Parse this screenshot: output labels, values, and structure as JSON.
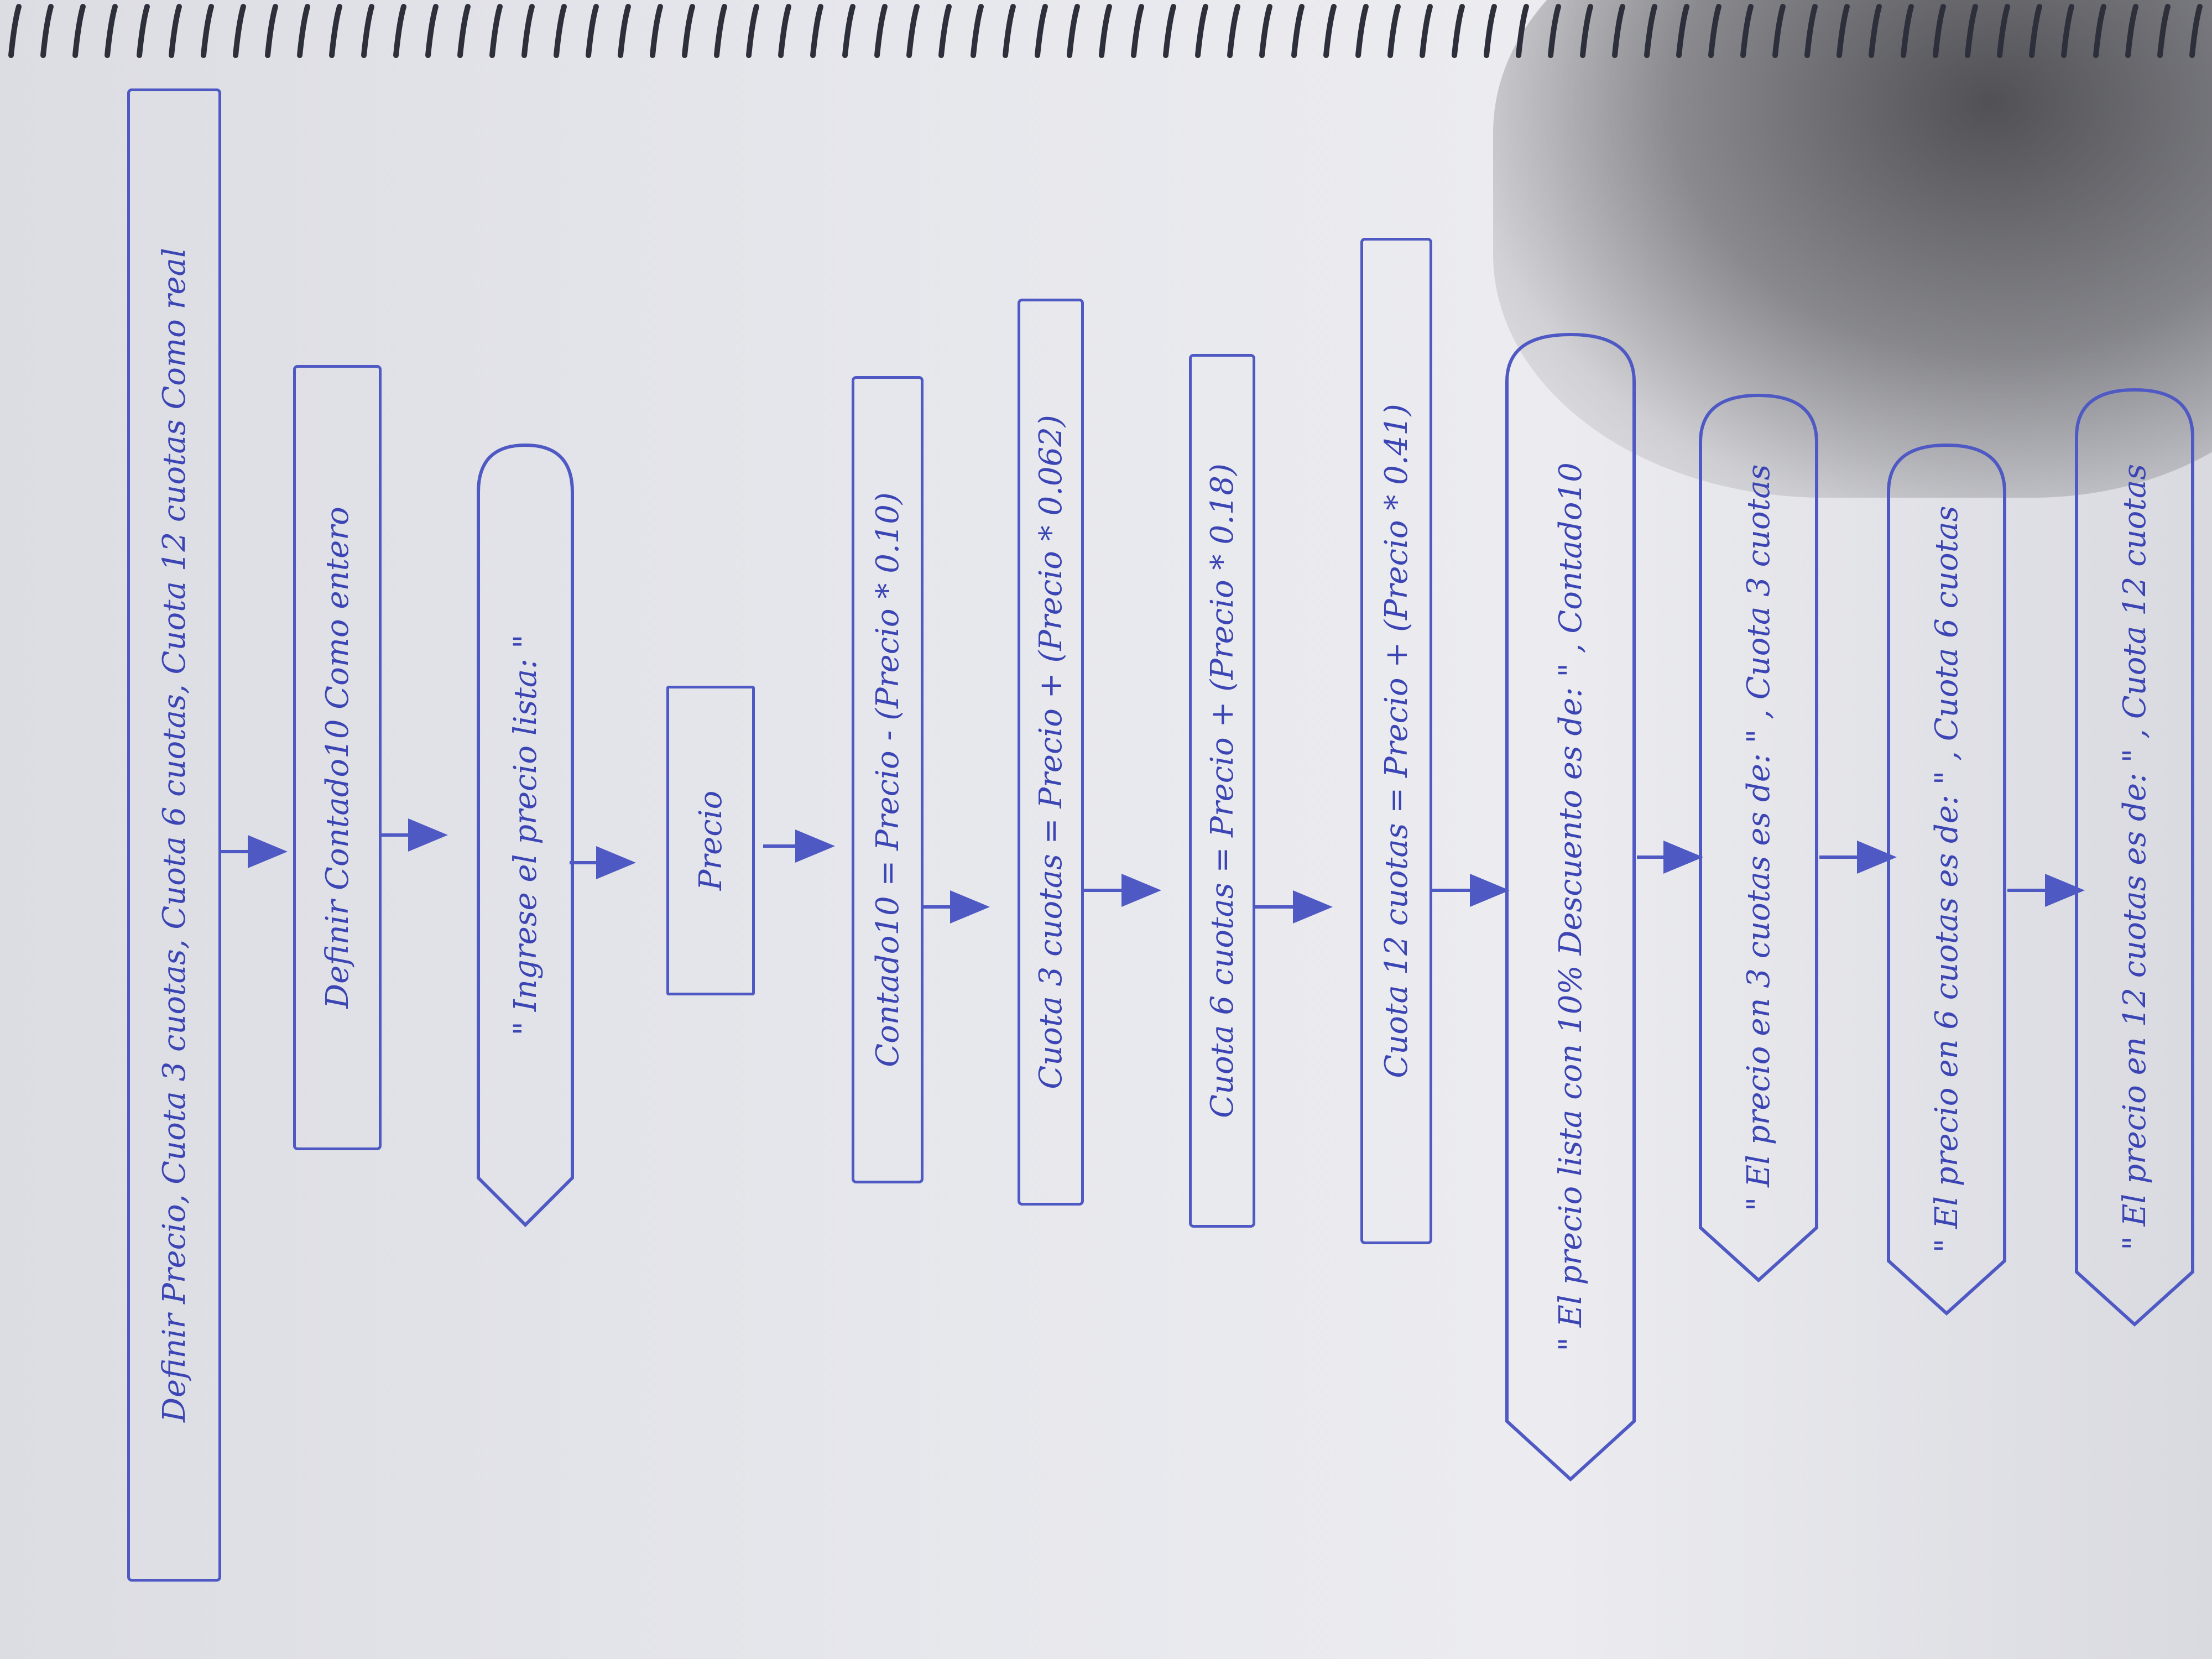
{
  "diagram": {
    "nodes": [
      {
        "id": "define-vars",
        "shape": "rect",
        "text": "Definir Precio, Cuota 3 cuotas, Cuota 6 cuotas, Cuota 12 cuotas Como real"
      },
      {
        "id": "define-contado",
        "shape": "rect",
        "text": "Definir Contado10 Como entero"
      },
      {
        "id": "prompt",
        "shape": "display",
        "text": "\" Ingrese el precio lista: \""
      },
      {
        "id": "input-precio",
        "shape": "input",
        "text": "Precio"
      },
      {
        "id": "calc-contado",
        "shape": "rect",
        "text": "Contado10 = Precio - (Precio * 0.10)"
      },
      {
        "id": "calc-3",
        "shape": "rect",
        "text": "Cuota 3 cuotas = Precio + (Precio * 0.062)"
      },
      {
        "id": "calc-6",
        "shape": "rect",
        "text": "Cuota 6 cuotas = Precio + (Precio * 0.18)"
      },
      {
        "id": "calc-12",
        "shape": "rect",
        "text": "Cuota 12 cuotas = Precio + (Precio * 0.41)"
      },
      {
        "id": "out-contado",
        "shape": "display",
        "text": "\" El precio lista con 10% Descuento es de: \" , Contado10"
      },
      {
        "id": "out-3",
        "shape": "display",
        "text": "\" El precio en 3 cuotas es de: \" , Cuota 3 cuotas"
      },
      {
        "id": "out-6",
        "shape": "display",
        "text": "\" El precio en 6 cuotas es de: \" , Cuota 6 cuotas"
      },
      {
        "id": "out-12",
        "shape": "display",
        "text": "\" El precio en 12 cuotas es de: \" , Cuota 12 cuotas"
      }
    ]
  },
  "colors": {
    "ink": "#4f59c4",
    "text": "#3b45b4",
    "paper": "#e6e7ec"
  }
}
